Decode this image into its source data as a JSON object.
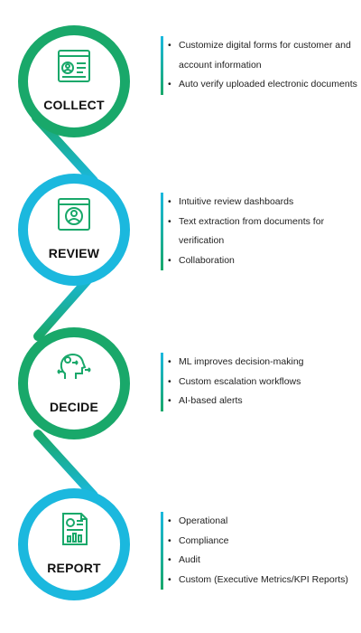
{
  "stages": [
    {
      "id": "collect",
      "label": "COLLECT",
      "icon": "form-user-icon",
      "ring_color": "#19a86a",
      "bullets": [
        "Customize digital forms for customer and account information",
        "Auto verify uploaded electronic documents"
      ]
    },
    {
      "id": "review",
      "label": "REVIEW",
      "icon": "browser-profile-icon",
      "ring_color": "#1bb8de",
      "bullets": [
        "Intuitive review dashboards",
        "Text extraction from documents for verification",
        "Collaboration"
      ]
    },
    {
      "id": "decide",
      "label": "DECIDE",
      "icon": "head-decision-icon",
      "ring_color": "#19a86a",
      "bullets": [
        "ML improves decision-making",
        "Custom escalation workflows",
        "AI-based alerts"
      ]
    },
    {
      "id": "report",
      "label": "REPORT",
      "icon": "report-chart-icon",
      "ring_color": "#1bb8de",
      "bullets": [
        "Operational",
        "Compliance",
        "Audit",
        "Custom (Executive Metrics/KPI Reports)"
      ]
    }
  ],
  "colors": {
    "green": "#19a86a",
    "blue": "#1bb8de"
  }
}
